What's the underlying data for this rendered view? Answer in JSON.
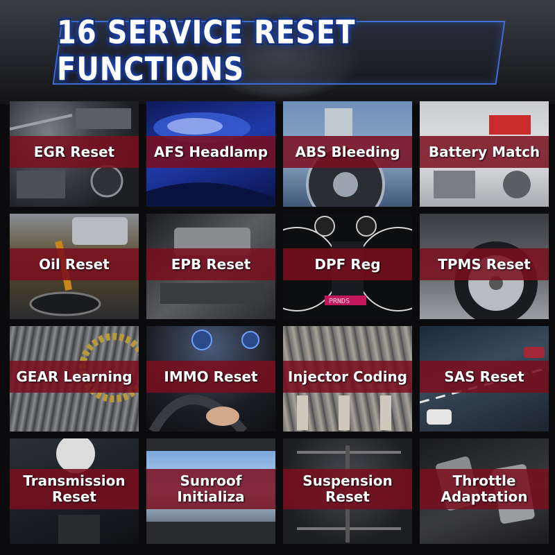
{
  "title": "16 SERVICE RESET FUNCTIONS",
  "colors": {
    "title_border": "#3f6fd6",
    "label_band": "#7a0e1e",
    "label_text": "#ffffff"
  },
  "tiles": [
    {
      "label": "EGR Reset",
      "image": "engine-bay-photo"
    },
    {
      "label": "AFS Headlamp",
      "image": "blue-car-headlamp-photo"
    },
    {
      "label": "ABS Bleeding",
      "image": "brake-disc-photo"
    },
    {
      "label": "Battery Match",
      "image": "battery-engine-photo"
    },
    {
      "label": "Oil Reset",
      "image": "oil-pour-photo"
    },
    {
      "label": "EPB Reset",
      "image": "parking-brake-switch-photo"
    },
    {
      "label": "DPF Reg",
      "image": "dashboard-gauges-photo"
    },
    {
      "label": "TPMS Reset",
      "image": "tire-wheel-photo"
    },
    {
      "label": "GEAR Learning",
      "image": "gears-photo"
    },
    {
      "label": "IMMO Reset",
      "image": "car-key-steering-photo"
    },
    {
      "label": "Injector Coding",
      "image": "injectors-photo"
    },
    {
      "label": "SAS Reset",
      "image": "road-cars-photo"
    },
    {
      "label": "Transmission\nReset",
      "image": "gear-shifter-photo"
    },
    {
      "label": "Sunroof\nInitializa",
      "image": "sunroof-photo"
    },
    {
      "label": "Suspension\nReset",
      "image": "undercarriage-photo"
    },
    {
      "label": "Throttle\nAdaptation",
      "image": "pedals-photo"
    }
  ]
}
